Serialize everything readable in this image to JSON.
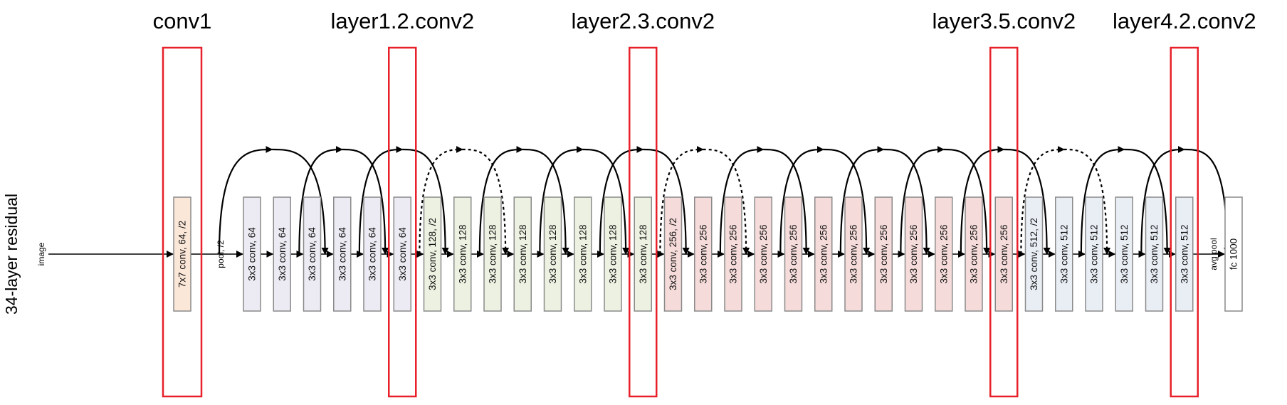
{
  "side_label": "34-layer residual",
  "input_label": "image",
  "pool_label": "pool, /2",
  "avgpool_label": "avg pool",
  "highlights": [
    {
      "title": "conv1",
      "target": 0
    },
    {
      "title": "layer1.2.conv2",
      "target": 6
    },
    {
      "title": "layer2.3.conv2",
      "target": 14
    },
    {
      "title": "layer3.5.conv2",
      "target": 26
    },
    {
      "title": "layer4.2.conv2",
      "target": 32
    }
  ],
  "blocks": [
    {
      "label": "7x7 conv, 64, /2",
      "stage": "stem"
    },
    {
      "label": "3x3 conv, 64",
      "stage": "s1"
    },
    {
      "label": "3x3 conv, 64",
      "stage": "s1"
    },
    {
      "label": "3x3 conv, 64",
      "stage": "s1"
    },
    {
      "label": "3x3 conv, 64",
      "stage": "s1"
    },
    {
      "label": "3x3 conv, 64",
      "stage": "s1"
    },
    {
      "label": "3x3 conv, 64",
      "stage": "s1"
    },
    {
      "label": "3x3 conv, 128, /2",
      "stage": "s2"
    },
    {
      "label": "3x3 conv, 128",
      "stage": "s2"
    },
    {
      "label": "3x3 conv, 128",
      "stage": "s2"
    },
    {
      "label": "3x3 conv, 128",
      "stage": "s2"
    },
    {
      "label": "3x3 conv, 128",
      "stage": "s2"
    },
    {
      "label": "3x3 conv, 128",
      "stage": "s2"
    },
    {
      "label": "3x3 conv, 128",
      "stage": "s2"
    },
    {
      "label": "3x3 conv, 128",
      "stage": "s2"
    },
    {
      "label": "3x3 conv, 256, /2",
      "stage": "s3"
    },
    {
      "label": "3x3 conv, 256",
      "stage": "s3"
    },
    {
      "label": "3x3 conv, 256",
      "stage": "s3"
    },
    {
      "label": "3x3 conv, 256",
      "stage": "s3"
    },
    {
      "label": "3x3 conv, 256",
      "stage": "s3"
    },
    {
      "label": "3x3 conv, 256",
      "stage": "s3"
    },
    {
      "label": "3x3 conv, 256",
      "stage": "s3"
    },
    {
      "label": "3x3 conv, 256",
      "stage": "s3"
    },
    {
      "label": "3x3 conv, 256",
      "stage": "s3"
    },
    {
      "label": "3x3 conv, 256",
      "stage": "s3"
    },
    {
      "label": "3x3 conv, 256",
      "stage": "s3"
    },
    {
      "label": "3x3 conv, 256",
      "stage": "s3"
    },
    {
      "label": "3x3 conv, 512, /2",
      "stage": "s4"
    },
    {
      "label": "3x3 conv, 512",
      "stage": "s4"
    },
    {
      "label": "3x3 conv, 512",
      "stage": "s4"
    },
    {
      "label": "3x3 conv, 512",
      "stage": "s4"
    },
    {
      "label": "3x3 conv, 512",
      "stage": "s4"
    },
    {
      "label": "3x3 conv, 512",
      "stage": "s4"
    }
  ],
  "fc": {
    "label": "fc 1000"
  },
  "skips": [
    {
      "from": 1,
      "to": 3,
      "style": "solid"
    },
    {
      "from": 3,
      "to": 5,
      "style": "solid"
    },
    {
      "from": 5,
      "to": 7,
      "style": "solid"
    },
    {
      "from": 7,
      "to": 9,
      "style": "dashed"
    },
    {
      "from": 9,
      "to": 11,
      "style": "solid"
    },
    {
      "from": 11,
      "to": 13,
      "style": "solid"
    },
    {
      "from": 13,
      "to": 15,
      "style": "solid"
    },
    {
      "from": 15,
      "to": 17,
      "style": "dashed"
    },
    {
      "from": 17,
      "to": 19,
      "style": "solid"
    },
    {
      "from": 19,
      "to": 21,
      "style": "solid"
    },
    {
      "from": 21,
      "to": 23,
      "style": "solid"
    },
    {
      "from": 23,
      "to": 25,
      "style": "solid"
    },
    {
      "from": 25,
      "to": 27,
      "style": "solid"
    },
    {
      "from": 27,
      "to": 29,
      "style": "dashed"
    },
    {
      "from": 29,
      "to": 31,
      "style": "solid"
    },
    {
      "from": 31,
      "to": 33,
      "style": "solid"
    }
  ],
  "colors": {
    "stem": "#fbe7d8",
    "s1": "#ecebf3",
    "s2": "#ecf1e1",
    "s3": "#f5dcda",
    "s4": "#e9eef5",
    "fc": "#ffffff",
    "block_border": "#8a8a8a",
    "highlight": "#e8202a",
    "line": "#000000"
  }
}
